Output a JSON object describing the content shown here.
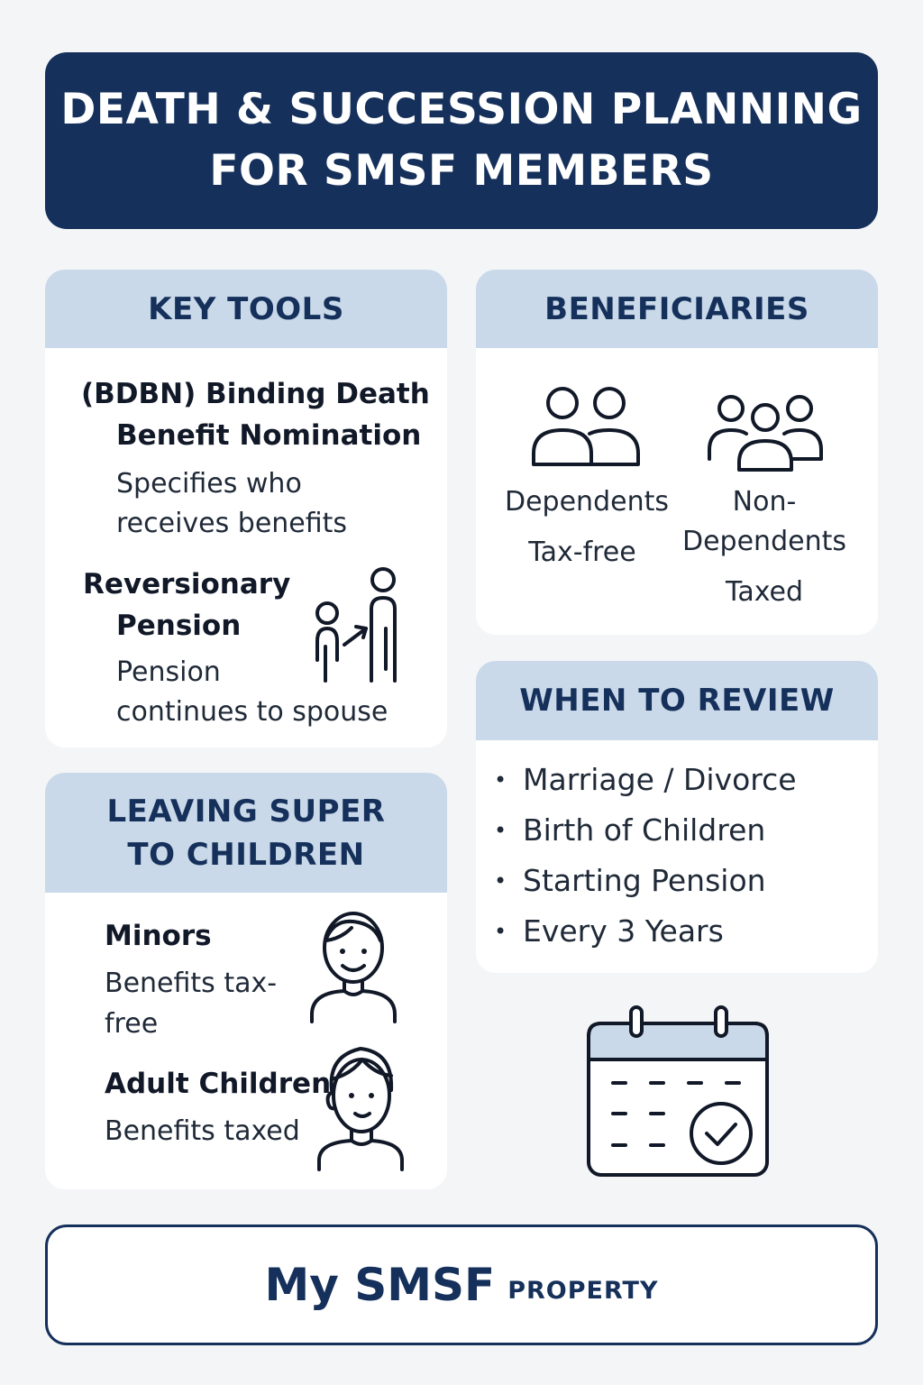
{
  "header": {
    "title_line1": "DEATH & SUCCESSION PLANNING",
    "title_line2": "FOR SMSF MEMBERS"
  },
  "key_tools": {
    "heading": "KEY TOOLS",
    "bdbn": {
      "title_line1": "(BDBN) Binding Death",
      "title_line2": "Benefit Nomination",
      "desc_line1": "Specifies who",
      "desc_line2": "receives benefits"
    },
    "reversionary": {
      "title_line1": "Reversionary",
      "title_line2": "Pension",
      "desc_line1": "Pension",
      "desc_line2": "continues to spouse",
      "icon": "pension-transfer-icon"
    }
  },
  "beneficiaries": {
    "heading": "BENEFICIARIES",
    "dependents": {
      "label": "Dependents",
      "tax": "Tax-free",
      "icon": "two-people-icon"
    },
    "non_dependents": {
      "label_line1": "Non-",
      "label_line2": "Dependents",
      "tax": "Taxed",
      "icon": "three-people-icon"
    }
  },
  "children": {
    "heading_line1": "LEAVING SUPER",
    "heading_line2": "TO CHILDREN",
    "minors": {
      "title": "Minors",
      "desc_line1": "Benefits tax-",
      "desc_line2": "free",
      "icon": "child-icon"
    },
    "adults": {
      "title": "Adult Children",
      "desc": "Benefits taxed",
      "icon": "adult-icon"
    }
  },
  "review": {
    "heading": "WHEN TO REVIEW",
    "items": [
      "Marriage / Divorce",
      "Birth of Children",
      "Starting Pension",
      "Every 3 Years"
    ],
    "icon": "calendar-check-icon"
  },
  "footer": {
    "brand_main": "My SMSF",
    "brand_sub": "PROPERTY"
  },
  "colors": {
    "navy": "#15305a",
    "light_blue": "#c9d9e9",
    "background": "#f4f5f7"
  }
}
